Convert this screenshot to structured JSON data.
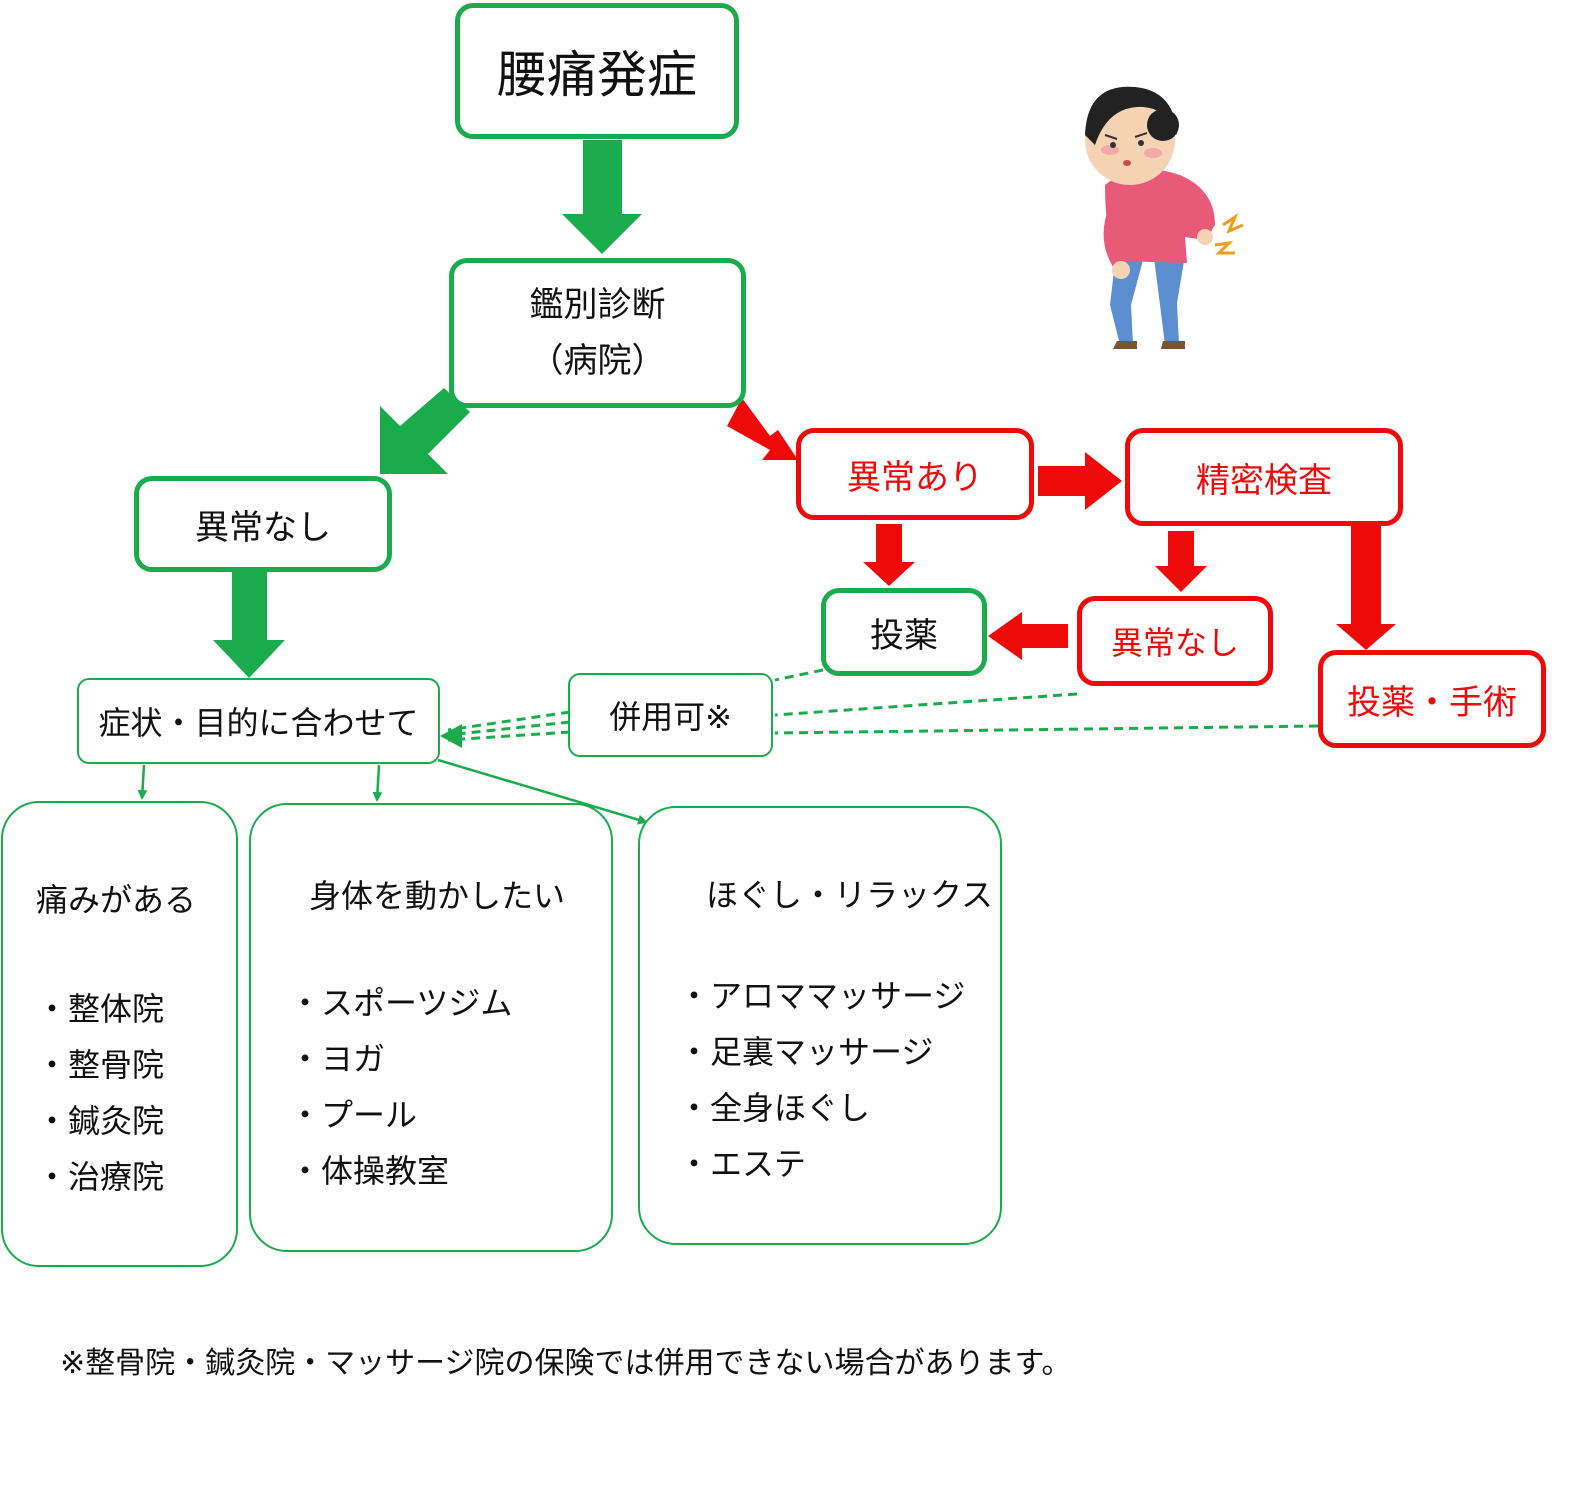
{
  "colors": {
    "green": "#1aac4c",
    "red": "#ef0a0a"
  },
  "nodes": {
    "onset": "腰痛発症",
    "diagnosis_line1": "鑑別診断",
    "diagnosis_line2": "（病院）",
    "normal_left": "異常なし",
    "abnormal": "異常あり",
    "detailed_exam": "精密検査",
    "medication": "投薬",
    "normal_right": "異常なし",
    "medication_surgery": "投薬・手術",
    "combined_use": "併用可※",
    "according_to": "症状・目的に合わせて"
  },
  "categories": [
    {
      "heading": "痛みがある",
      "items": [
        "・整体院",
        "・整骨院",
        "・鍼灸院",
        "・治療院"
      ]
    },
    {
      "heading": "身体を動かしたい",
      "items": [
        "・スポーツジム",
        "・ヨガ",
        "・プール",
        "・体操教室"
      ]
    },
    {
      "heading": "ほぐし・リラックス",
      "items": [
        "・アロママッサージ",
        "・足裏マッサージ",
        "・全身ほぐし",
        "・エステ"
      ]
    }
  ],
  "footnote": "※整骨院・鍼灸院・マッサージ院の保険では併用できない場合があります。",
  "illustration_icon": "woman-back-pain-icon"
}
